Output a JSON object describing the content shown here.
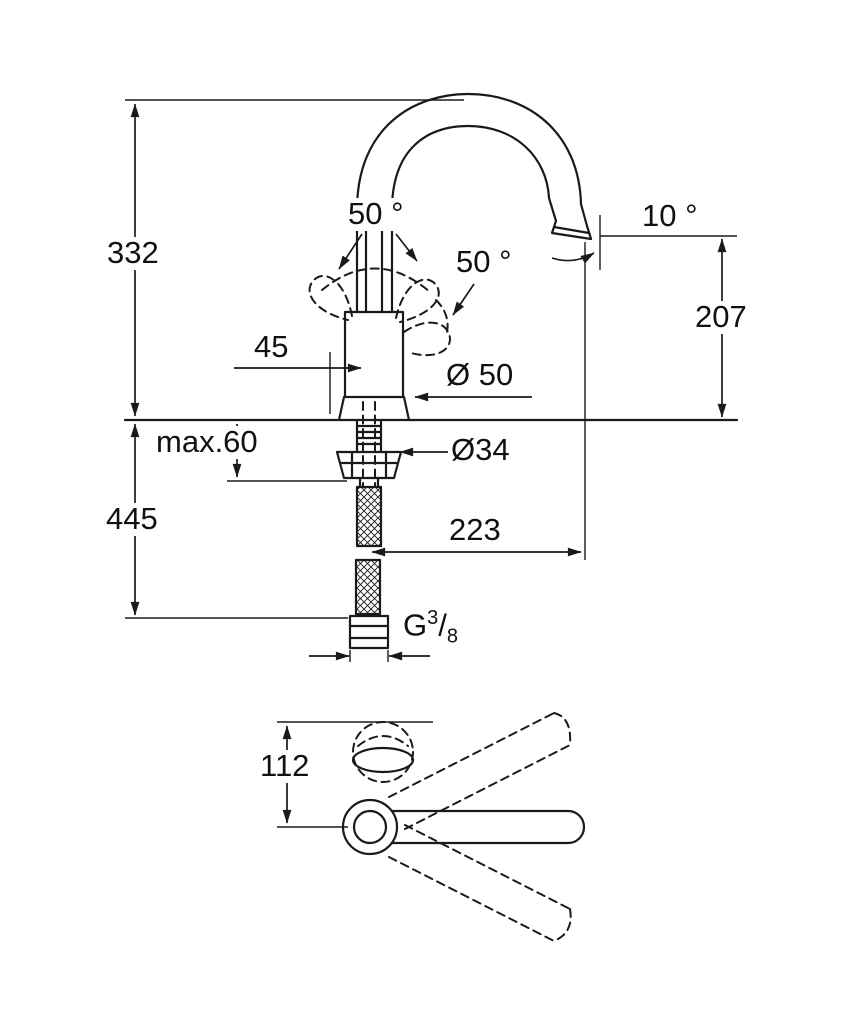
{
  "drawing": {
    "description": "Kitchen faucet technical dimension drawing, side view with installation section and top swivel view",
    "colors": {
      "line": "#1a1a1a",
      "background": "#ffffff"
    },
    "labels": {
      "height_above_counter": "332",
      "handle_angle_left": "50 °",
      "handle_angle_front": "50 °",
      "spout_outlet_angle": "10 °",
      "spout_outlet_height": "207",
      "handle_offset": "45",
      "base_diameter": "Ø 50",
      "max_counter_thickness": "max.60",
      "hole_diameter": "Ø34",
      "height_below_counter": "445",
      "spout_reach": "223",
      "swivel_front_offset": "112",
      "thread": {
        "prefix": "G",
        "numerator": "3",
        "slash": "/",
        "denominator": "8"
      }
    }
  }
}
